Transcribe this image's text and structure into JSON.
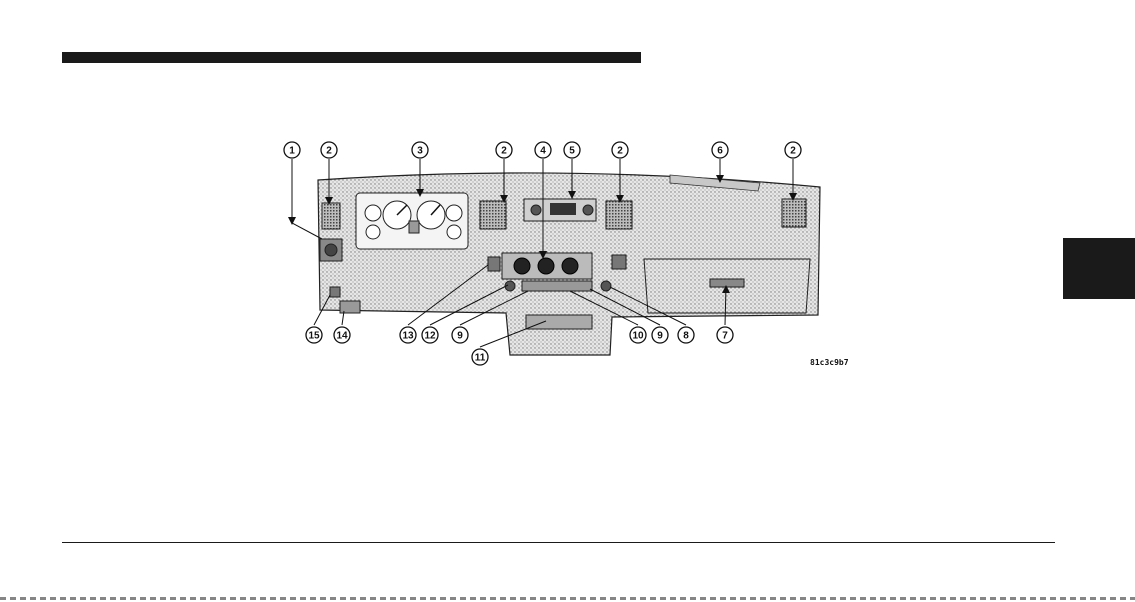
{
  "page": {
    "colors": {
      "ink": "#1a1a1a",
      "paper": "#ffffff",
      "panel": "#d9d9d9"
    }
  },
  "figure": {
    "image_code": "81c3c9b7",
    "callouts": [
      "1",
      "2",
      "3",
      "2",
      "4",
      "5",
      "2",
      "6",
      "2",
      "15",
      "14",
      "13",
      "12",
      "9",
      "11",
      "10",
      "9",
      "8",
      "7"
    ]
  }
}
